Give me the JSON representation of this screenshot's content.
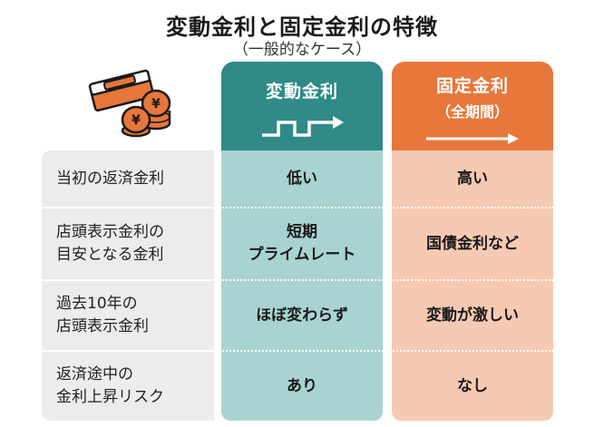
{
  "title": "変動金利と固定金利の特徴",
  "subtitle": "（一般的なケース）",
  "colors": {
    "variable_header": "#2f8a88",
    "variable_body": "#a9d3d1",
    "fixed_header": "#e7773b",
    "fixed_body": "#f6c9b2",
    "label_bg": "#ececec"
  },
  "columns": {
    "variable": {
      "label": "変動金利"
    },
    "fixed": {
      "label": "固定金利",
      "sub": "（全期間）"
    }
  },
  "rows": [
    {
      "label": "当初の返済金利",
      "variable": "低い",
      "fixed": "高い"
    },
    {
      "label": "店頭表示金利の\n目安となる金利",
      "variable": "短期\nプライムレート",
      "fixed": "国債金利など"
    },
    {
      "label": "過去10年の\n店頭表示金利",
      "variable": "ほぼ変わらず",
      "fixed": "変動が激しい"
    },
    {
      "label": "返済途中の\n金利上昇リスク",
      "variable": "あり",
      "fixed": "なし"
    }
  ]
}
